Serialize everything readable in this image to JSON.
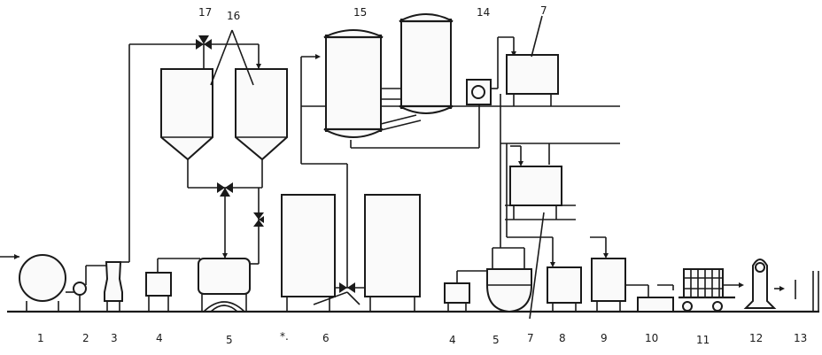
{
  "labels": {
    "l1": "1",
    "l2": "2",
    "l3": "3",
    "l4a": "4",
    "l5a": "5",
    "l6": "6",
    "l4b": "4",
    "l5b": "5",
    "l7a": "7",
    "l7b": "7",
    "l8": "8",
    "l9": "9",
    "l10": "10",
    "l11": "11",
    "l12": "12",
    "l13": "13",
    "l14": "14",
    "l15": "15",
    "l16": "16",
    "l17": "17"
  },
  "stray_mark": "*."
}
